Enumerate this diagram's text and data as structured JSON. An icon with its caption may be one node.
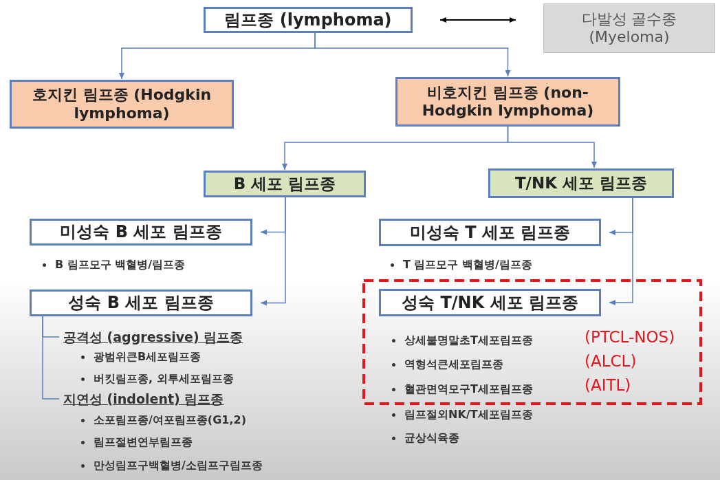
{
  "diagram": {
    "nodes": [
      {
        "text": [
          "림프종 (lymphoma)"
        ]
      },
      {
        "text": [
          "다발성 골수종 (Myeloma)"
        ]
      },
      {
        "text": [
          "호지킨 림프종 (Hodgkin lymphoma)"
        ]
      },
      {
        "text": [
          "비호지킨 림프종 (non-Hodgkin lymphoma)"
        ]
      },
      {
        "text": [
          "B 세포 림프종"
        ]
      },
      {
        "text": [
          "T/NK 세포 림프종"
        ]
      },
      {
        "text": [
          "미성숙 B 세포 림프종"
        ]
      },
      {
        "text": [
          "성숙 B 세포 림프종"
        ]
      },
      {
        "text": [
          "공격성 (aggressive) 림프종"
        ]
      },
      {
        "text": [
          "지연성 (indolent) 림프종"
        ]
      },
      {
        "text": [
          "미성숙 T 세포 림프종"
        ]
      },
      {
        "text": [
          "성숙 T/NK 세포 림프종"
        ]
      }
    ],
    "edges": [
      {
        "from": 0,
        "to": 1,
        "arrow": "both",
        "color": "#000000"
      },
      {
        "from": 0,
        "to": 2,
        "arrow": "to"
      },
      {
        "from": 0,
        "to": 3,
        "arrow": "to"
      },
      {
        "from": 3,
        "to": 4,
        "arrow": "to"
      },
      {
        "from": 3,
        "to": 5,
        "arrow": "to"
      },
      {
        "from": 4,
        "to": 6,
        "arrow": "to"
      },
      {
        "from": 4,
        "to": 7,
        "arrow": "to"
      },
      {
        "from": 5,
        "to": 10,
        "arrow": "to"
      },
      {
        "from": 5,
        "to": 11,
        "arrow": "to"
      },
      {
        "from": 7,
        "to": 8,
        "arrow": "none"
      },
      {
        "from": 7,
        "to": 9,
        "arrow": "none"
      }
    ],
    "labels": [
      "B 림프모구 백혈병/림프종",
      "T 림프모구 백혈병/림프종",
      "상세불명말초T세포림프종",
      "(PTCL-NOS)",
      "광범위큰B세포림프종",
      "역형석큰세포림프종",
      "(ALCL)",
      "버킷림프종, 외투세포림프종",
      "혈관면역모구T세포림프종",
      "(AITL)",
      "소포림프종/여포림프종(G1,2)",
      "림프절외NK/T세포림프종",
      "림프절변연부림프종",
      "균상식육종",
      "만성림프구백혈병/소림프구림프종"
    ]
  }
}
